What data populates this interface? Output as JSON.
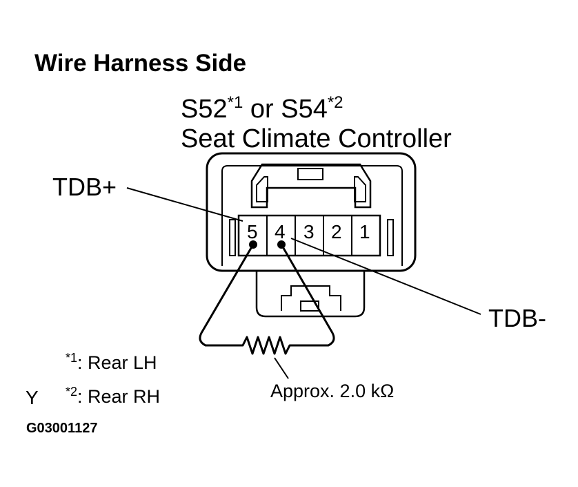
{
  "title": "Wire Harness Side",
  "connector": {
    "id_left": "S52",
    "sup1": "*1",
    "or": " or ",
    "id_right": "S54",
    "sup2": "*2",
    "name": "Seat Climate Controller",
    "pins": [
      "5",
      "4",
      "3",
      "2",
      "1"
    ]
  },
  "terminals": {
    "positive": "TDB+",
    "negative": "TDB-"
  },
  "resistance": "Approx. 2.0 kΩ",
  "notes": [
    {
      "mark": "*1",
      "text": ": Rear LH"
    },
    {
      "mark": "*2",
      "text": ": Rear RH"
    }
  ],
  "side_mark": "Y",
  "figure_code": "G03001127"
}
